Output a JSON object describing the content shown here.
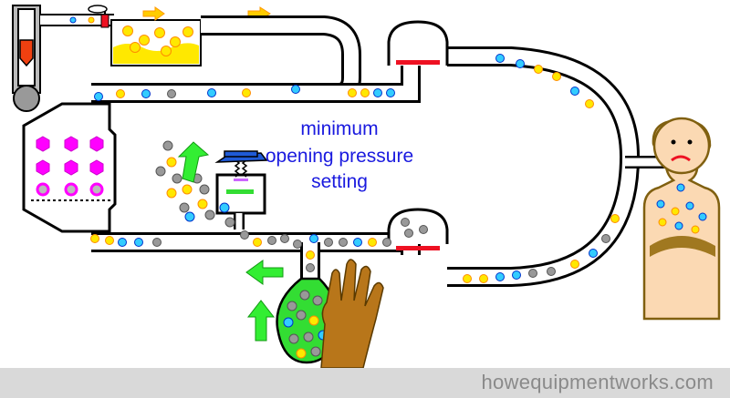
{
  "caption": {
    "lines": [
      "minimum",
      "opening pressure",
      "setting"
    ],
    "color": "#1a1adf"
  },
  "footer": {
    "text": "howequipmentworks.com"
  },
  "palette": {
    "tube_outline": "#000000",
    "gas_yellow": "#ffe800",
    "gas_orange_outline": "#ff8c00",
    "gas_cyan": "#33ccff",
    "gas_blue_outline": "#0033cc",
    "gas_grey": "#999999",
    "absorber_purple": "#ff00ff",
    "bag_green": "#33dd33",
    "valve_red": "#ee1122",
    "knob_blue": "#1f5ad6",
    "arrow_yellow": "#ffcc00",
    "arrow_green": "#33ee33",
    "skin": "#fbd9b3",
    "hand_brown": "#b8761a",
    "footer_bg": "#d9d9d9"
  },
  "icons": [
    "flowmeter-icon",
    "vaporizer-icon",
    "absorber-icon",
    "one-way-valve-icon",
    "apl-valve-icon",
    "reservoir-bag-icon",
    "hand-icon",
    "patient-icon",
    "flow-arrow-icon"
  ]
}
